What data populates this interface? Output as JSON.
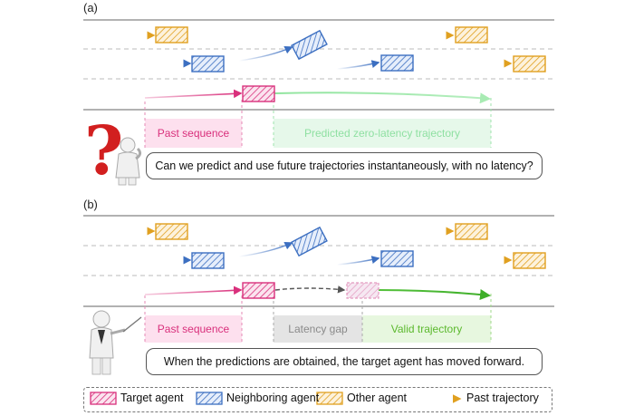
{
  "panels": [
    {
      "letter": "(a)",
      "past_sequence": "Past sequence",
      "future_label": "Predicted zero-latency trajectory",
      "question": "Can we predict and use future trajectories instantaneously, with no latency?"
    },
    {
      "letter": "(b)",
      "past_sequence": "Past sequence",
      "latency_label": "Latency gap",
      "valid_label": "Valid trajectory",
      "statement": "When the predictions are obtained, the target agent has moved forward."
    }
  ],
  "legend": {
    "target_agent": "Target agent",
    "neighboring_agent": "Neighboring agent",
    "other_agent": "Other agent",
    "past_trajectory": "Past trajectory"
  },
  "colors": {
    "target": "#d9307c",
    "neighbor": "#3c6fc1",
    "other": "#e0a020",
    "future": "#8ee49c",
    "valid": "#53c13a",
    "past_region": "#fde0ee",
    "future_region": "#e6f8ea",
    "latency_region": "#e4e4e4",
    "valid_region": "#e7f7df",
    "future_text": "#8fe0a2",
    "valid_text": "#5cb92e",
    "latency_text": "#8a8a8a",
    "past_text": "#d9307c"
  },
  "icons": [
    "question-mark-icon",
    "thinking-figure-icon",
    "presenter-figure-icon"
  ]
}
